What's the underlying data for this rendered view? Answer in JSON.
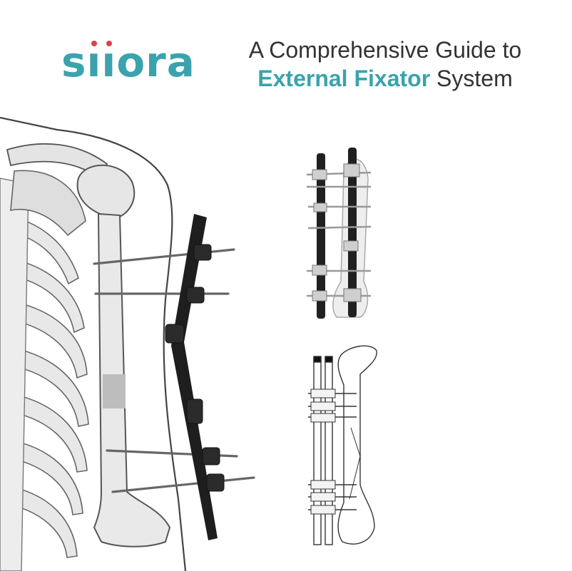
{
  "brand": {
    "logo_text": "siiora",
    "colors": {
      "teal": "#3aa3ad",
      "red": "#d8434a",
      "text": "#333333"
    }
  },
  "headline": {
    "line1": "A Comprehensive Guide to",
    "accent": "External Fixator",
    "line2_rest": " System"
  },
  "illustrations": [
    "shoulder-humerus-fixator-illustration",
    "tibia-fixator-photo",
    "femur-fixator-line-drawing"
  ]
}
